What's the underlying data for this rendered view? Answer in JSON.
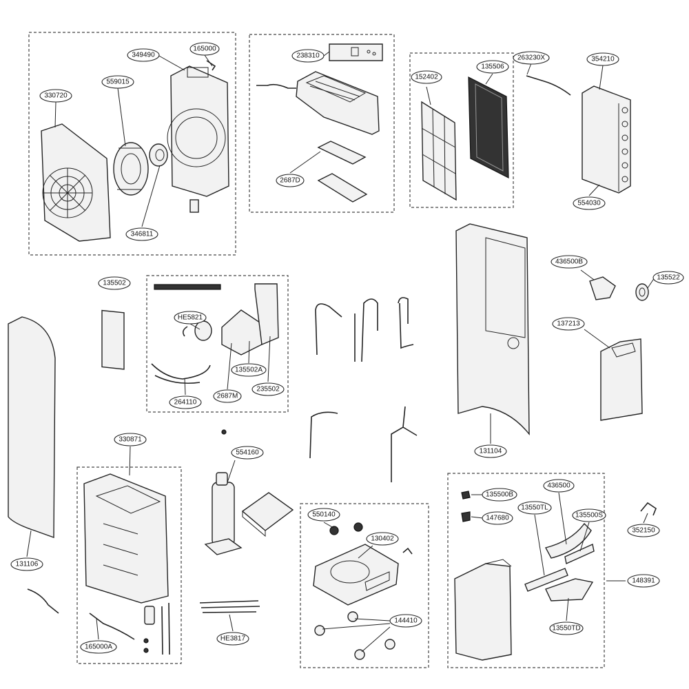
{
  "callouts": [
    {
      "id": "349490"
    },
    {
      "id": "165000"
    },
    {
      "id": "330720"
    },
    {
      "id": "559015"
    },
    {
      "id": "346811"
    },
    {
      "id": "238310"
    },
    {
      "id": "2687D"
    },
    {
      "id": "152402"
    },
    {
      "id": "135506"
    },
    {
      "id": "263230X"
    },
    {
      "id": "354210"
    },
    {
      "id": "554030"
    },
    {
      "id": "135502"
    },
    {
      "id": "HE5821"
    },
    {
      "id": "264110"
    },
    {
      "id": "2687M"
    },
    {
      "id": "135502A"
    },
    {
      "id": "235502"
    },
    {
      "id": "436500B"
    },
    {
      "id": "135522"
    },
    {
      "id": "137213"
    },
    {
      "id": "131104"
    },
    {
      "id": "131106"
    },
    {
      "id": "330871"
    },
    {
      "id": "165000A"
    },
    {
      "id": "554160"
    },
    {
      "id": "HE3817"
    },
    {
      "id": "550140"
    },
    {
      "id": "130402"
    },
    {
      "id": "144410"
    },
    {
      "id": "135500B"
    },
    {
      "id": "147680"
    },
    {
      "id": "13550TL"
    },
    {
      "id": "436500"
    },
    {
      "id": "135500S"
    },
    {
      "id": "13550TD"
    },
    {
      "id": "352150"
    },
    {
      "id": "148391"
    }
  ]
}
